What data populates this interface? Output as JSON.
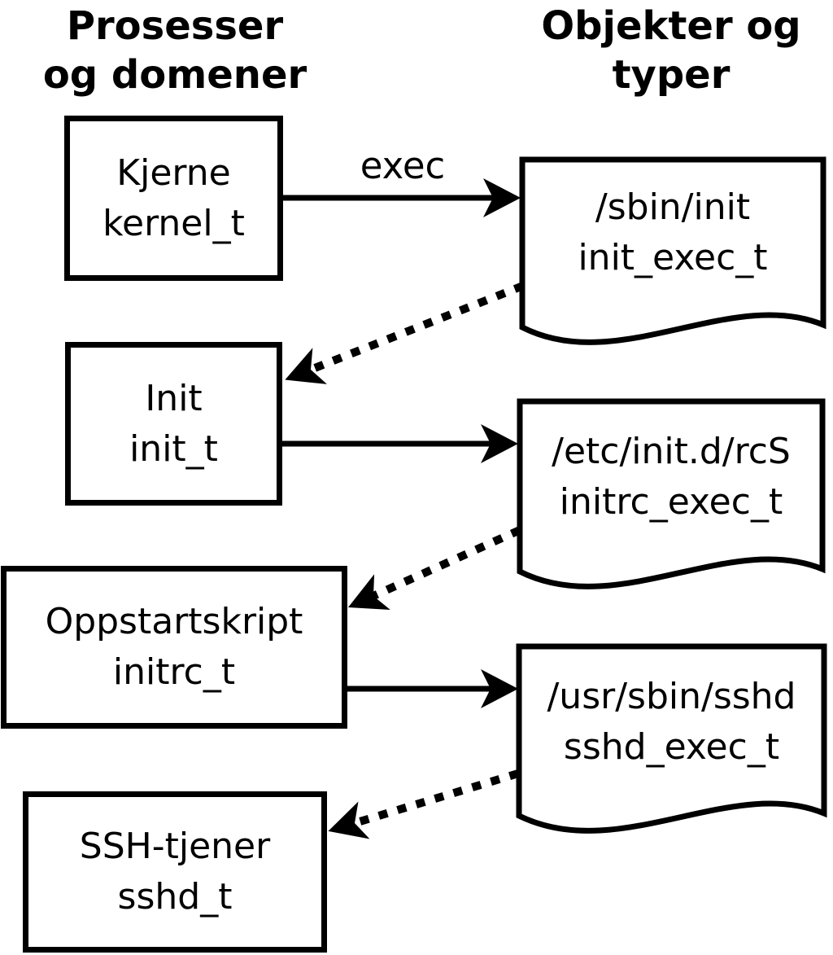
{
  "columns": {
    "processes": {
      "header_line1": "Prosesser",
      "header_line2": "og domener"
    },
    "objects": {
      "header_line1": "Objekter og",
      "header_line2": "typer"
    }
  },
  "processes": [
    {
      "label": "Kjerne",
      "domain": "kernel_t"
    },
    {
      "label": "Init",
      "domain": "init_t"
    },
    {
      "label": "Oppstartskript",
      "domain": "initrc_t"
    },
    {
      "label": "SSH-tjener",
      "domain": "sshd_t"
    }
  ],
  "objects": [
    {
      "path": "/sbin/init",
      "type": "init_exec_t"
    },
    {
      "path": "/etc/init.d/rcS",
      "type": "initrc_exec_t"
    },
    {
      "path": "/usr/sbin/sshd",
      "type": "sshd_exec_t"
    }
  ],
  "arrows": {
    "exec_label": "exec"
  },
  "colors": {
    "ink": "#000000",
    "background": "#ffffff"
  }
}
